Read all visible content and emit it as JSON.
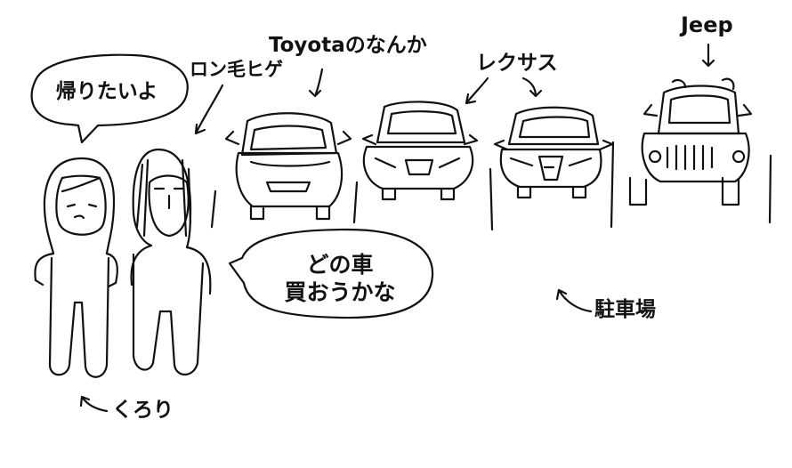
{
  "labels": {
    "toyota": "Toyotaのなんか",
    "lexus": "レクサス",
    "jeep": "Jeep",
    "long_hair": "ロン毛ヒゲ",
    "parking_lot": "駐車場",
    "kurori": "くろり"
  },
  "speech": {
    "tired": "帰りたいよ",
    "which_car_line1": "どの車",
    "which_car_line2": "買おうかな"
  },
  "colors": {
    "ink": "#111111",
    "paper": "#ffffff"
  }
}
